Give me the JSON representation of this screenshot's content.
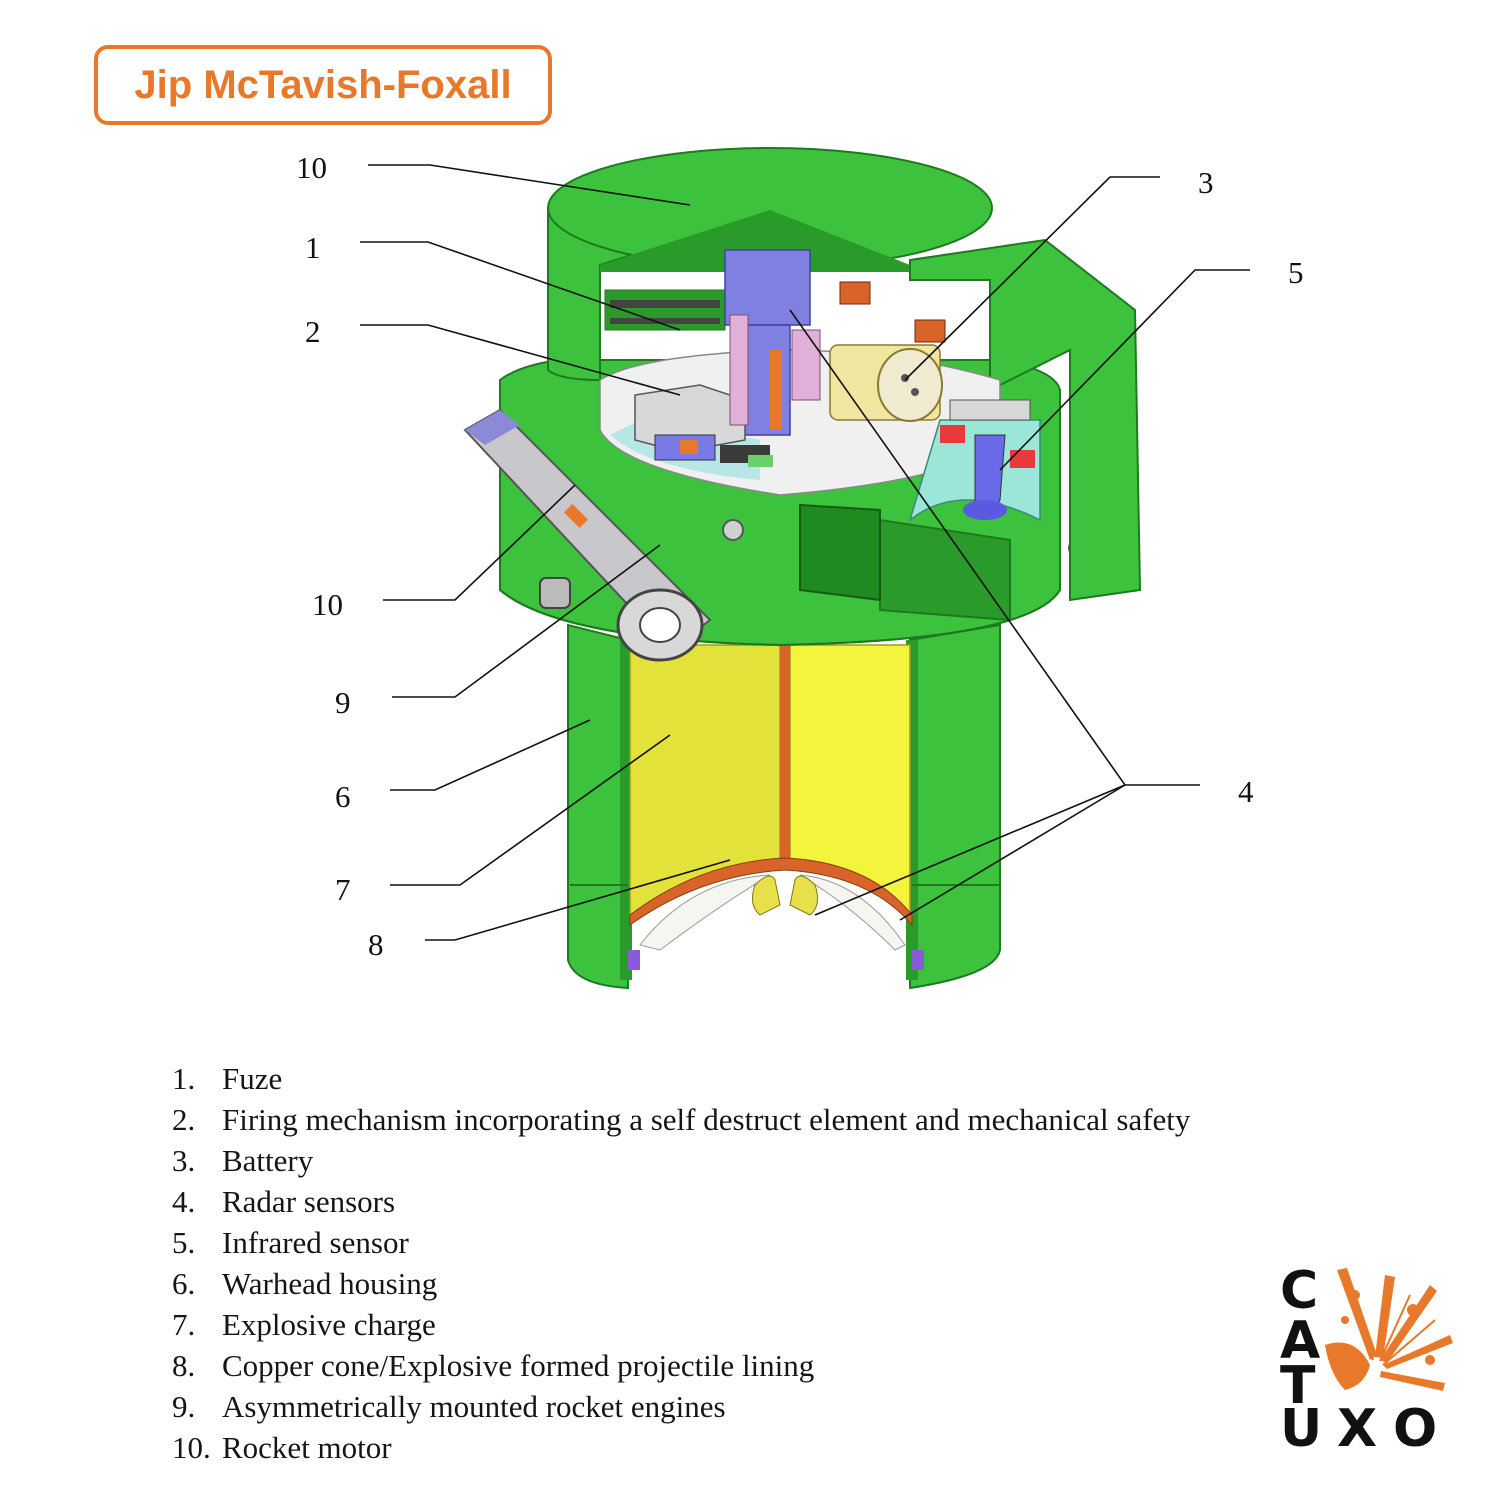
{
  "author": "Jip McTavish-Foxall",
  "callouts": [
    {
      "id": "c10a",
      "label": "10"
    },
    {
      "id": "c1",
      "label": "1"
    },
    {
      "id": "c2",
      "label": "2"
    },
    {
      "id": "c3",
      "label": "3"
    },
    {
      "id": "c5",
      "label": "5"
    },
    {
      "id": "c10b",
      "label": "10"
    },
    {
      "id": "c9",
      "label": "9"
    },
    {
      "id": "c6",
      "label": "6"
    },
    {
      "id": "c7",
      "label": "7"
    },
    {
      "id": "c4",
      "label": "4"
    },
    {
      "id": "c8",
      "label": "8"
    }
  ],
  "legend": [
    {
      "num": "1.",
      "text": "Fuze"
    },
    {
      "num": "2.",
      "text": "Firing mechanism incorporating a self destruct element and mechanical safety"
    },
    {
      "num": "3.",
      "text": "Battery"
    },
    {
      "num": "4.",
      "text": "Radar sensors"
    },
    {
      "num": "5.",
      "text": "Infrared sensor"
    },
    {
      "num": "6.",
      "text": "Warhead housing"
    },
    {
      "num": "7.",
      "text": "Explosive charge"
    },
    {
      "num": "8.",
      "text": "Copper cone/Explosive formed projectile lining"
    },
    {
      "num": "9.",
      "text": "Asymmetrically mounted rocket engines"
    },
    {
      "num": "10.",
      "text": "Rocket motor"
    }
  ],
  "logo": {
    "letters": [
      "C",
      "A",
      "T",
      "U",
      "X",
      "O"
    ],
    "burst_icon": "explosion-burst-icon"
  },
  "colors": {
    "accent_orange": "#e8782a",
    "body_green": "#3cc23c",
    "body_green_dark": "#2a9a2a",
    "explosive_yellow": "#ecec3a",
    "copper": "#d8642a",
    "sensor_blue": "#7a7ae6"
  }
}
